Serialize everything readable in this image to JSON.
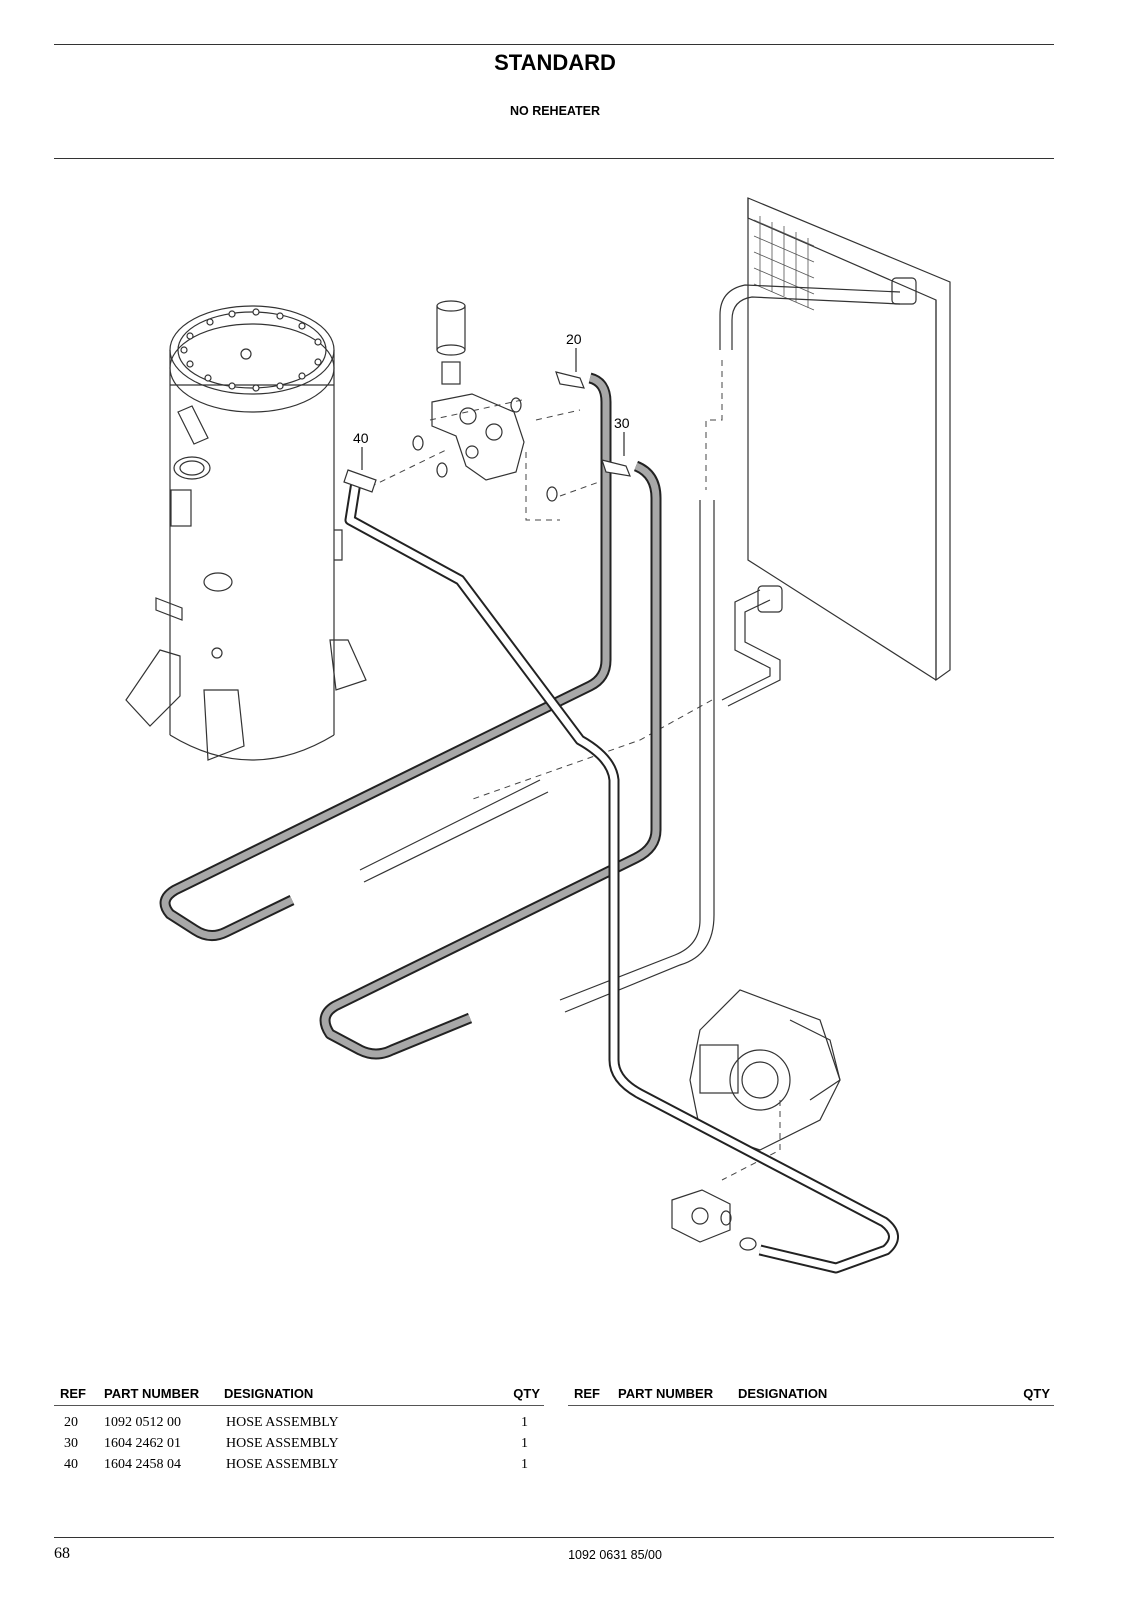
{
  "header": {
    "title": "STANDARD",
    "subtitle": "NO REHEATER"
  },
  "callouts": [
    "20",
    "30",
    "40"
  ],
  "parts_table": {
    "columns": {
      "ref": "REF",
      "part_number": "PART NUMBER",
      "designation": "DESIGNATION",
      "qty": "QTY"
    },
    "rows": [
      {
        "ref": "20",
        "part_number": "1092 0512 00",
        "designation": "HOSE ASSEMBLY",
        "qty": "1"
      },
      {
        "ref": "30",
        "part_number": "1604 2462 01",
        "designation": "HOSE ASSEMBLY",
        "qty": "1"
      },
      {
        "ref": "40",
        "part_number": "1604 2458 04",
        "designation": "HOSE ASSEMBLY",
        "qty": "1"
      }
    ]
  },
  "footer": {
    "page_number": "68",
    "document_number": "1092 0631 85/00"
  }
}
